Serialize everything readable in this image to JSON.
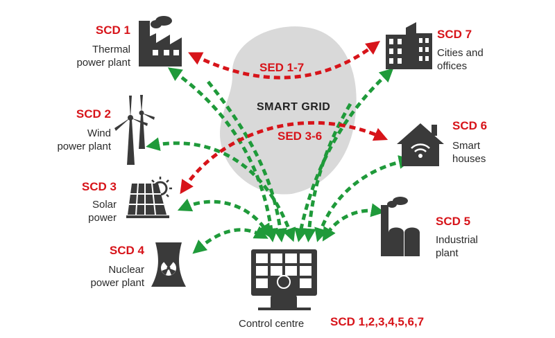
{
  "diagram": {
    "center_label": "SMART GRID",
    "sed_top": "SED 1-7",
    "sed_mid": "SED 3-6",
    "nodes": {
      "thermal": {
        "code": "SCD 1",
        "name_line1": "Thermal",
        "name_line2": "power plant"
      },
      "wind": {
        "code": "SCD 2",
        "name_line1": "Wind",
        "name_line2": "power plant"
      },
      "solar": {
        "code": "SCD 3",
        "name_line1": "Solar",
        "name_line2": "power"
      },
      "nuclear": {
        "code": "SCD 4",
        "name_line1": "Nuclear",
        "name_line2": "power plant"
      },
      "industrial": {
        "code": "SCD 5",
        "name_line1": "Industrial",
        "name_line2": "plant"
      },
      "houses": {
        "code": "SCD 6",
        "name_line1": "Smart",
        "name_line2": "houses"
      },
      "cities": {
        "code": "SCD 7",
        "name_line1": "Cities and",
        "name_line2": "offices"
      },
      "control": {
        "code": "SCD 1,2,3,4,5,6,7",
        "name": "Control centre"
      }
    },
    "colors": {
      "green": "#1f9a3a",
      "red": "#d7141a",
      "icon": "#3a3a3a",
      "cloud": "#d9d9d9"
    }
  }
}
